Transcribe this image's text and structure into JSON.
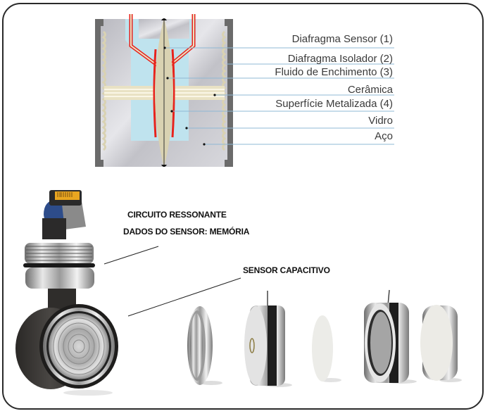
{
  "diagram": {
    "title": "Sensor capacitivo - corte",
    "labels": [
      {
        "id": "sensor-diaphragm",
        "text": "Diafragma Sensor (1)"
      },
      {
        "id": "isolating-diaphragm",
        "text": "Diafragma Isolador (2)"
      },
      {
        "id": "fill-fluid",
        "text": "Fluido de Enchimento (3)"
      },
      {
        "id": "ceramic",
        "text": "Cerâmica"
      },
      {
        "id": "metallized-surface",
        "text": "Superfície Metalizada (4)"
      },
      {
        "id": "glass",
        "text": "Vidro"
      },
      {
        "id": "steel",
        "text": "Aço"
      }
    ],
    "colors": {
      "steel": "#c9c9cf",
      "steel_dark": "#6b6b6b",
      "glass": "#bfe3ee",
      "diaphragm": "#d9d2b2",
      "metallized": "#e8231c",
      "leader": "#8fb8d4"
    }
  },
  "photo": {
    "captions": {
      "resonant_circuit": "CIRCUITO RESSONANTE",
      "sensor_data_memory": "DADOS DO SENSOR: MEMÓRIA",
      "capacitive_sensor": "SENSOR CAPACITIVO"
    }
  }
}
